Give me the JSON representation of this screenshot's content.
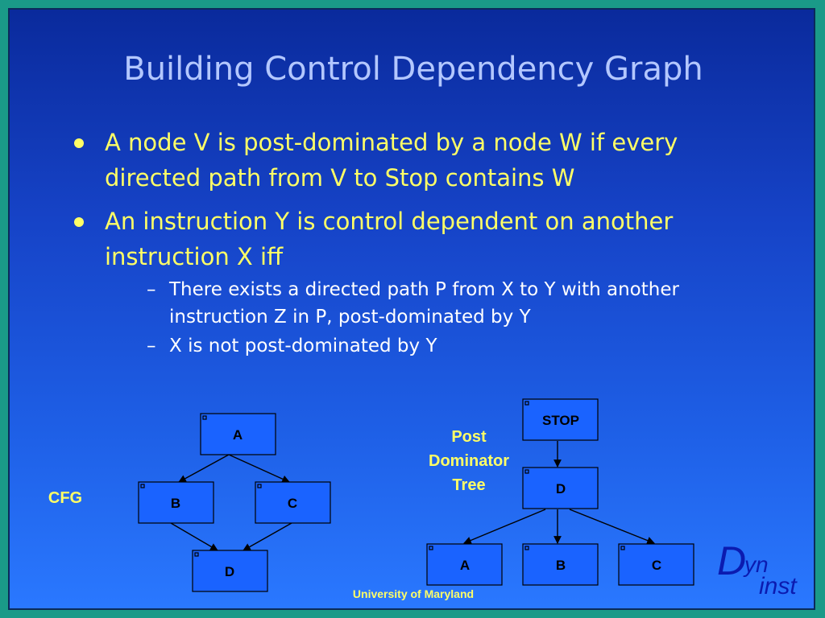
{
  "title": "Building Control Dependency Graph",
  "bullets": [
    {
      "text": "A node V is post-dominated by a node W if every directed path from V to Stop contains W"
    },
    {
      "text": "An instruction Y is control dependent on another instruction X iff",
      "subitems": [
        "There exists a directed path P from X to Y with another instruction Z in P, post-dominated by Y",
        "X is not post-dominated by Y"
      ]
    }
  ],
  "sub_dash": "–",
  "cfg": {
    "caption": "CFG",
    "nodes": {
      "a": "A",
      "b": "B",
      "c": "C",
      "d": "D"
    }
  },
  "pdt": {
    "caption_lines": [
      "Post",
      "Dominator",
      "Tree"
    ],
    "nodes": {
      "stop": "STOP",
      "d": "D",
      "a": "A",
      "b": "B",
      "c": "C"
    }
  },
  "footer": "University of Maryland",
  "logo": {
    "d": "D",
    "yn": "yn",
    "inst": "inst"
  }
}
